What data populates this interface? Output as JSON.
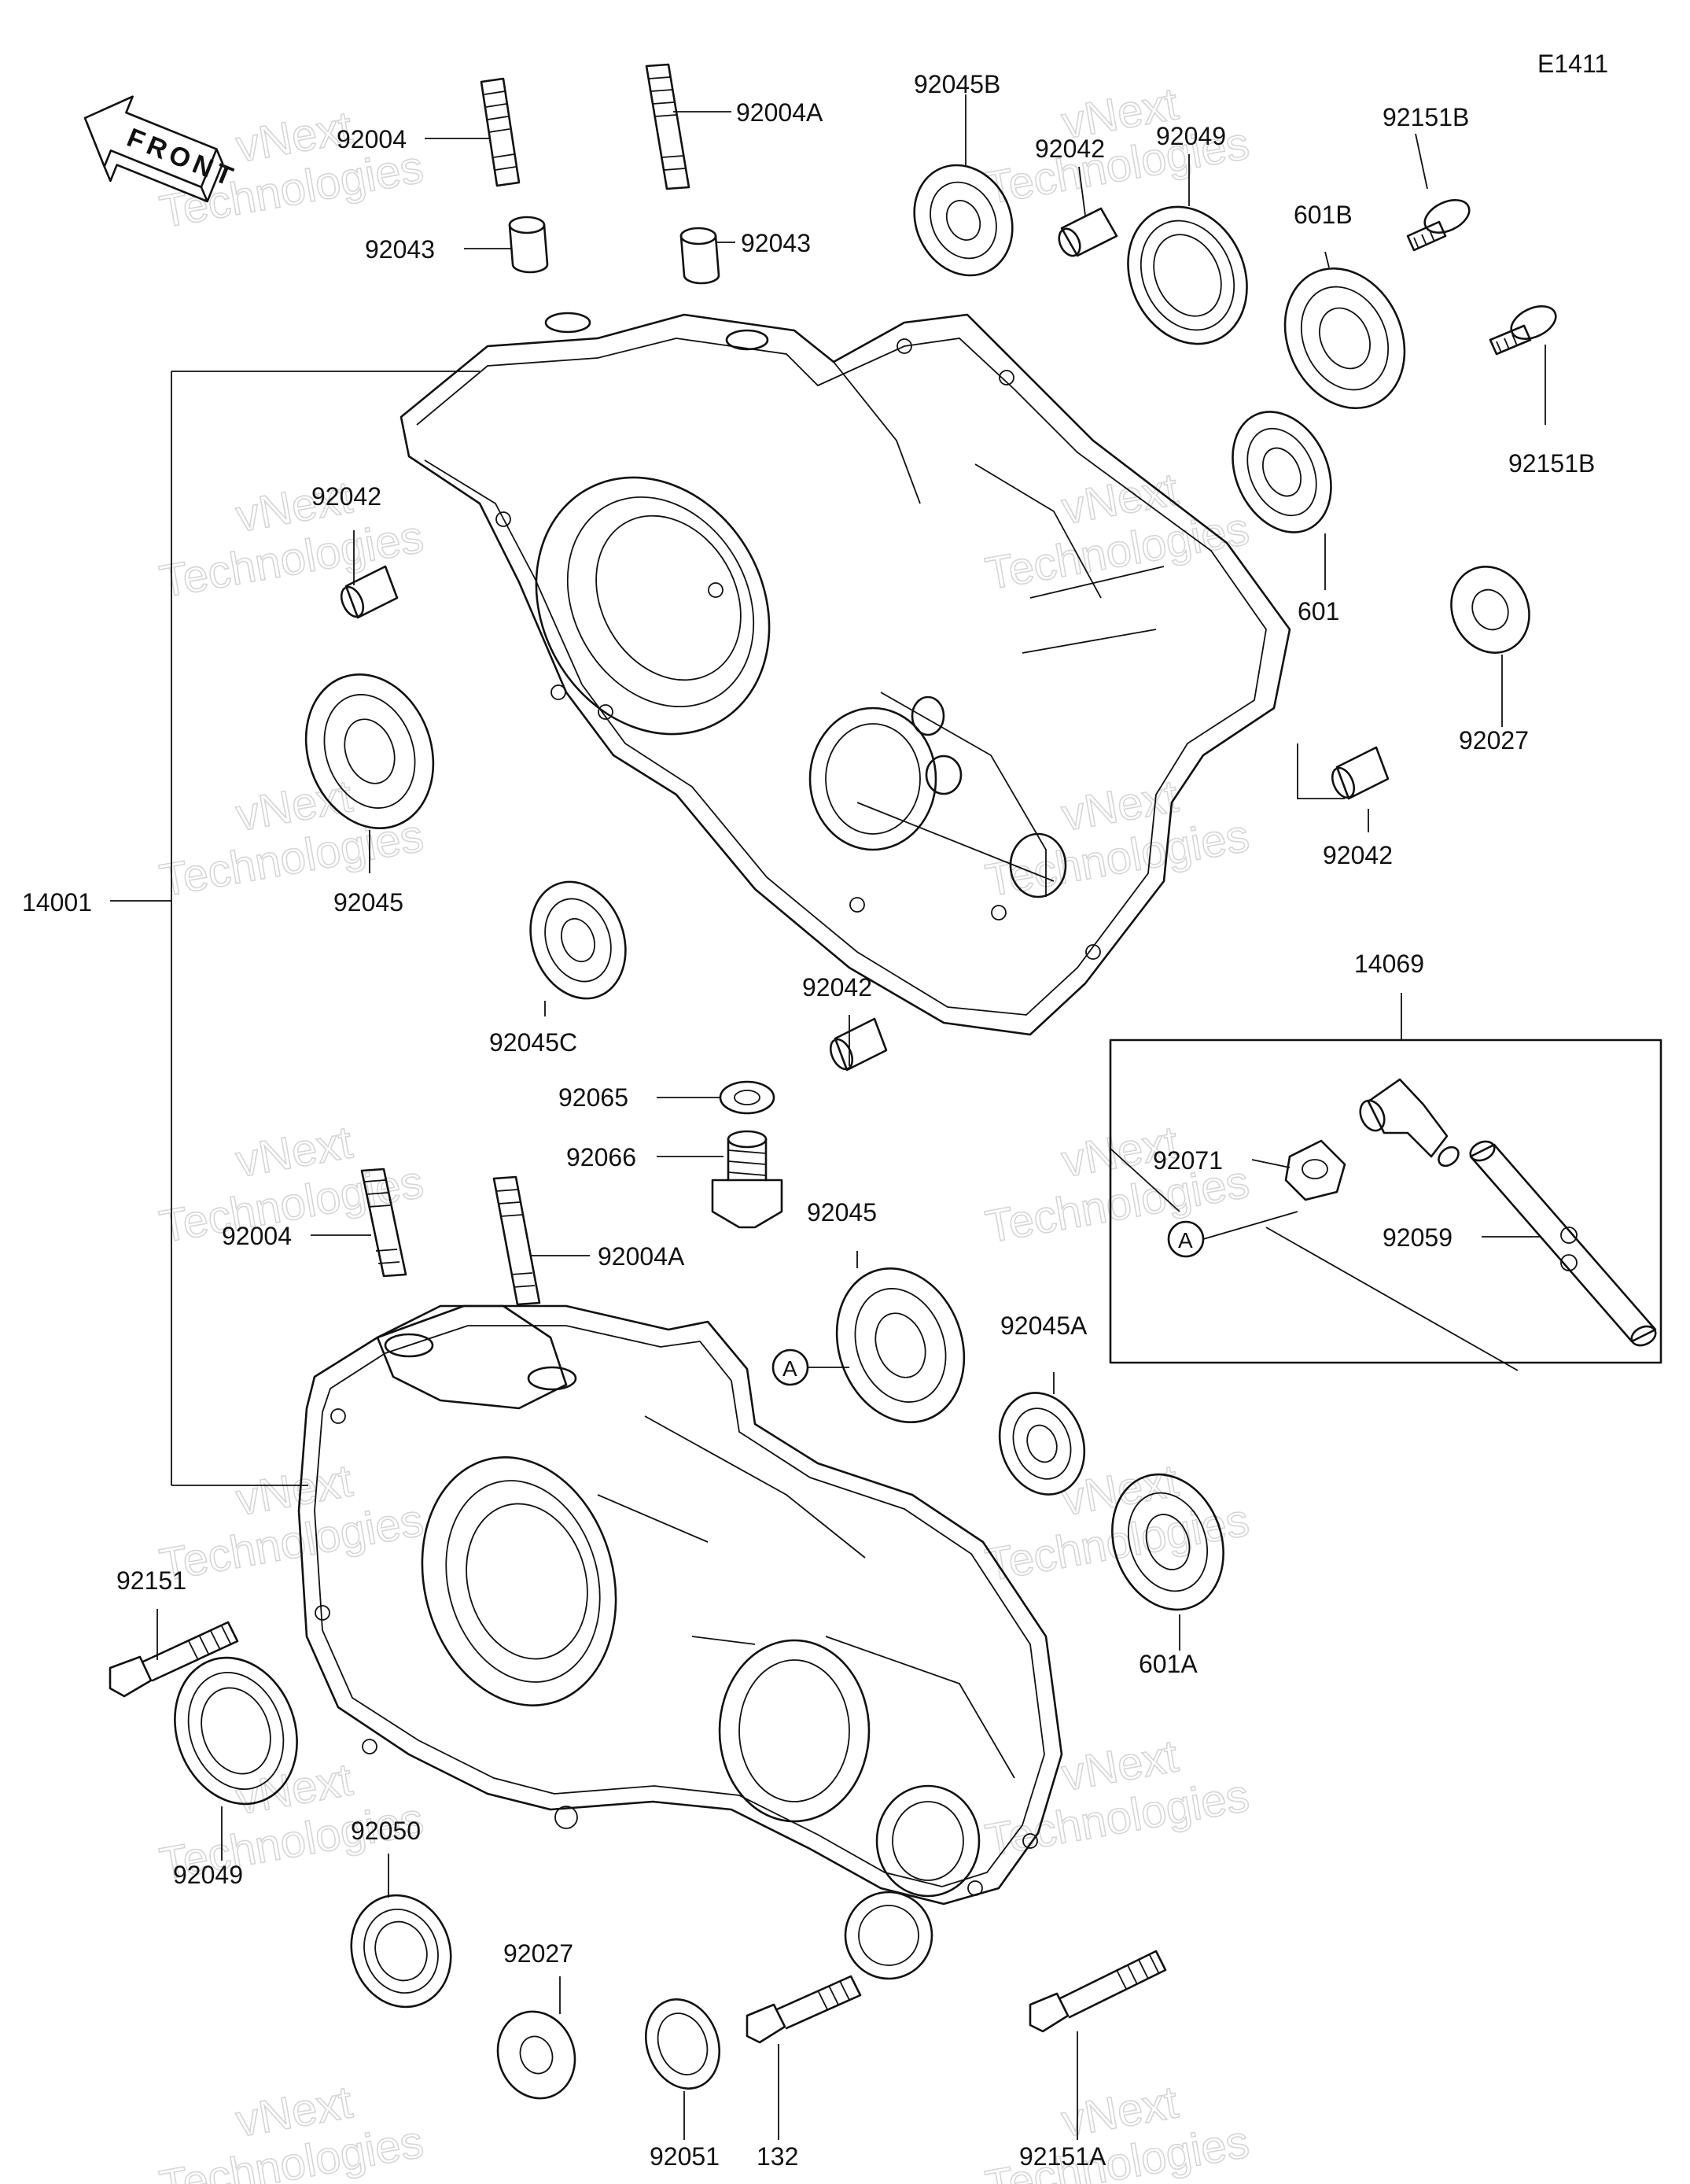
{
  "diagram_code": "E1411",
  "front_arrow": {
    "text": "FRONT"
  },
  "callout_letter": "A",
  "watermark": {
    "line1": "vNext",
    "line2": "Technologies"
  },
  "labels": {
    "p92004_top": "92004",
    "p92004a_top": "92004A",
    "p92043_left": "92043",
    "p92043_right": "92043",
    "p92045b": "92045B",
    "p92042_top": "92042",
    "p92049_top": "92049",
    "p92151b_top": "92151B",
    "p601b": "601B",
    "p92151b_right": "92151B",
    "p92042_left": "92042",
    "p601": "601",
    "p92027_right": "92027",
    "p92045_left": "92045",
    "p14001": "14001",
    "p92042_mid": "92042",
    "p92045c": "92045C",
    "p92042_center": "92042",
    "p14069": "14069",
    "p92065": "92065",
    "p92066": "92066",
    "p92071": "92071",
    "p92059": "92059",
    "p92004_bot": "92004",
    "p92004a_bot": "92004A",
    "p92045_bot": "92045",
    "p92045a": "92045A",
    "p92151": "92151",
    "p601a": "601A",
    "p92049_bot": "92049",
    "p92050": "92050",
    "p92027_bot": "92027",
    "p92051": "92051",
    "p132": "132",
    "p92151a": "92151A"
  }
}
